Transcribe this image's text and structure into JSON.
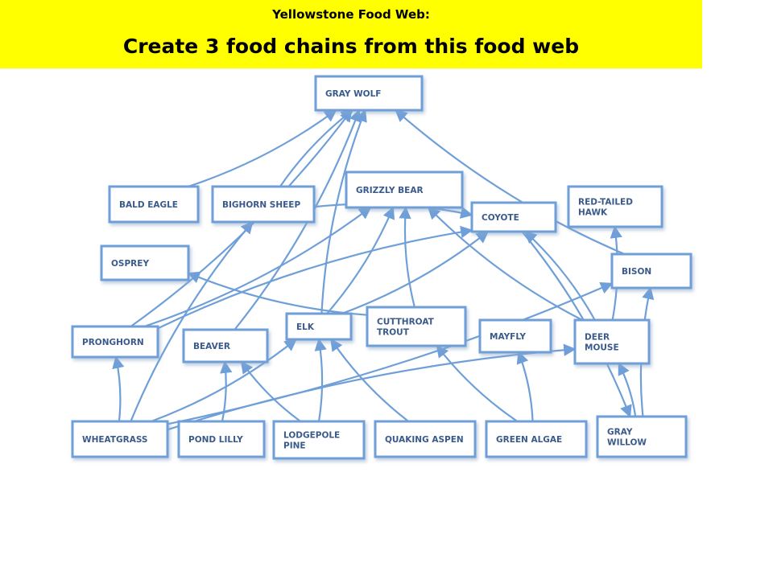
{
  "header": {
    "subtitle": "Yellowstone Food Web:",
    "title": "Create 3 food chains from this food web",
    "background": "#ffff00"
  },
  "diagram": {
    "box_stroke": "#6f9fd8",
    "label_color": "#3a5a8c",
    "nodes": {
      "gray_wolf": [
        "GRAY WOLF"
      ],
      "bald_eagle": [
        "BALD EAGLE"
      ],
      "bighorn_sheep": [
        "BIGHORN SHEEP"
      ],
      "grizzly_bear": [
        "GRIZZLY BEAR"
      ],
      "coyote": [
        "COYOTE"
      ],
      "red_tailed_hawk": [
        "RED-TAILED",
        "HAWK"
      ],
      "osprey": [
        "OSPREY"
      ],
      "bison": [
        "BISON"
      ],
      "pronghorn": [
        "PRONGHORN"
      ],
      "beaver": [
        "BEAVER"
      ],
      "elk": [
        "ELK"
      ],
      "cutthroat_trout": [
        "CUTTHROAT",
        "TROUT"
      ],
      "mayfly": [
        "MAYFLY"
      ],
      "deer_mouse": [
        "DEER",
        "MOUSE"
      ],
      "wheatgrass": [
        "WHEATGRASS"
      ],
      "pond_lilly": [
        "POND LILLY"
      ],
      "lodgepole_pine": [
        "LODGEPOLE",
        "PINE"
      ],
      "quaking_aspen": [
        "QUAKING ASPEN"
      ],
      "green_algae": [
        "GREEN ALGAE"
      ],
      "gray_willow": [
        "GRAY",
        "WILLOW"
      ]
    },
    "edges": [
      [
        "bald_eagle",
        "gray_wolf"
      ],
      [
        "bighorn_sheep",
        "gray_wolf"
      ],
      [
        "pronghorn",
        "gray_wolf"
      ],
      [
        "elk",
        "gray_wolf"
      ],
      [
        "beaver",
        "gray_wolf"
      ],
      [
        "bison",
        "gray_wolf"
      ],
      [
        "elk",
        "grizzly_bear"
      ],
      [
        "cutthroat_trout",
        "grizzly_bear"
      ],
      [
        "pronghorn",
        "grizzly_bear"
      ],
      [
        "deer_mouse",
        "grizzly_bear"
      ],
      [
        "elk",
        "coyote"
      ],
      [
        "pronghorn",
        "coyote"
      ],
      [
        "deer_mouse",
        "coyote"
      ],
      [
        "bighorn_sheep",
        "coyote"
      ],
      [
        "deer_mouse",
        "red_tailed_hawk"
      ],
      [
        "cutthroat_trout",
        "osprey"
      ],
      [
        "wheatgrass",
        "bison"
      ],
      [
        "gray_willow",
        "bison"
      ],
      [
        "wheatgrass",
        "pronghorn"
      ],
      [
        "wheatgrass",
        "bighorn_sheep"
      ],
      [
        "wheatgrass",
        "elk"
      ],
      [
        "wheatgrass",
        "deer_mouse"
      ],
      [
        "pond_lilly",
        "beaver"
      ],
      [
        "lodgepole_pine",
        "beaver"
      ],
      [
        "lodgepole_pine",
        "elk"
      ],
      [
        "quaking_aspen",
        "elk"
      ],
      [
        "green_algae",
        "mayfly"
      ],
      [
        "green_algae",
        "cutthroat_trout"
      ],
      [
        "gray_willow",
        "deer_mouse"
      ],
      [
        "coyote",
        "gray_willow"
      ]
    ]
  }
}
